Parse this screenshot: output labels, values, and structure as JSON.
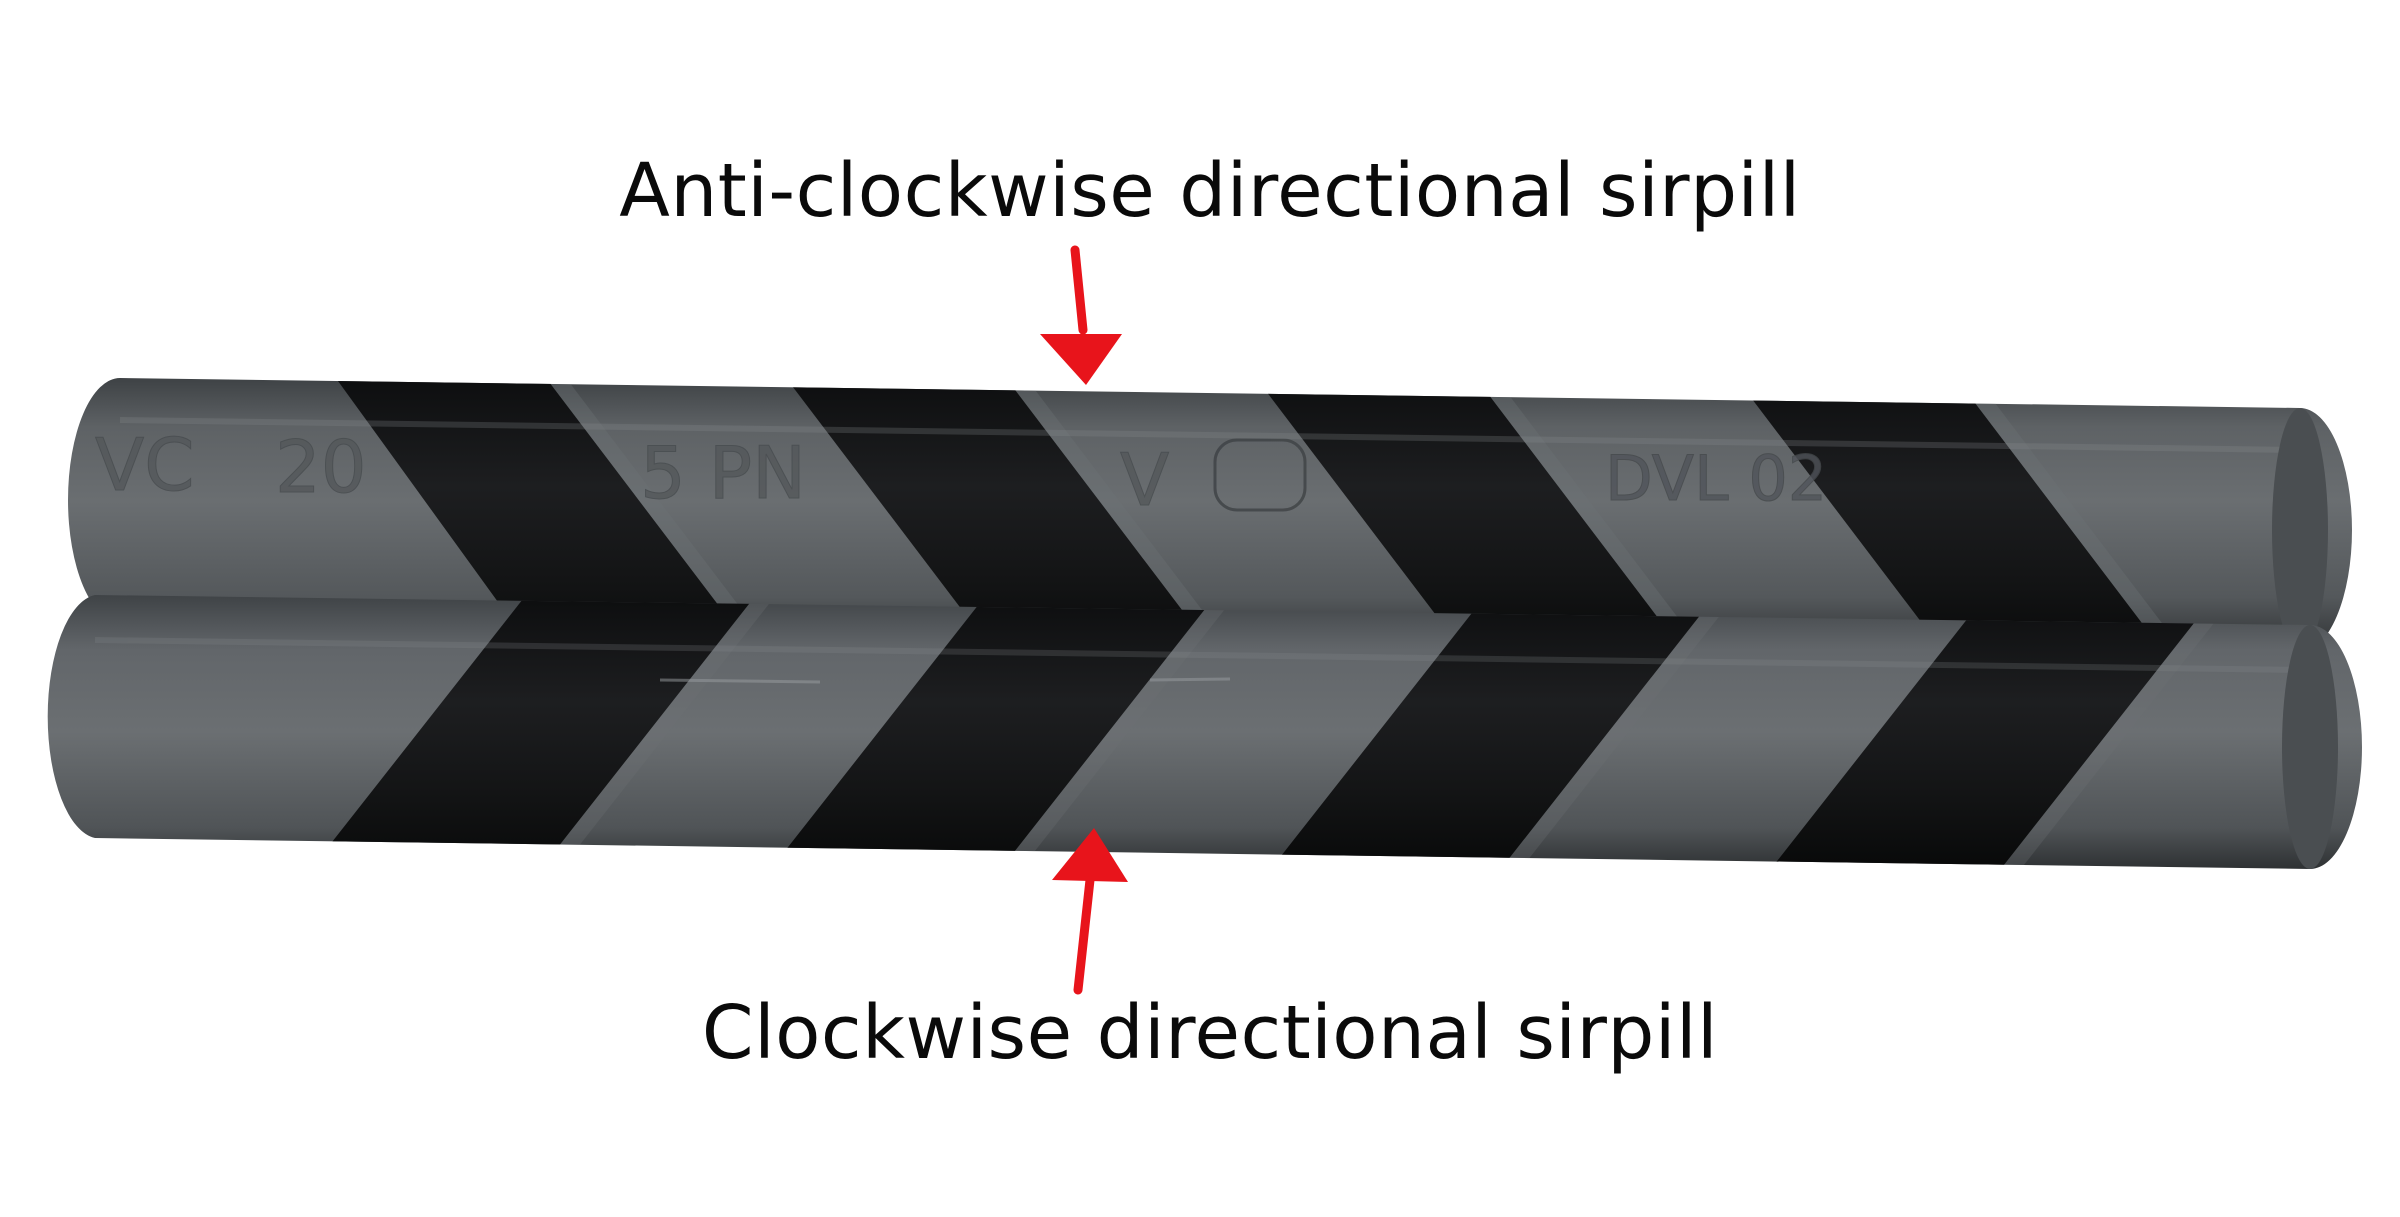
{
  "labels": {
    "top": "Anti-clockwise directional sirpill",
    "bottom": "Clockwise directional sirpill"
  },
  "colors": {
    "background": "#ffffff",
    "pipe_grey": "#5f6366",
    "pipe_grey_dark": "#45494c",
    "stripe_black": "#161718",
    "arrow_red": "#e8141b"
  },
  "pipe_markings": {
    "top_pipe": [
      "VC",
      "20",
      "5 PN",
      "V",
      "DVL 02"
    ]
  }
}
